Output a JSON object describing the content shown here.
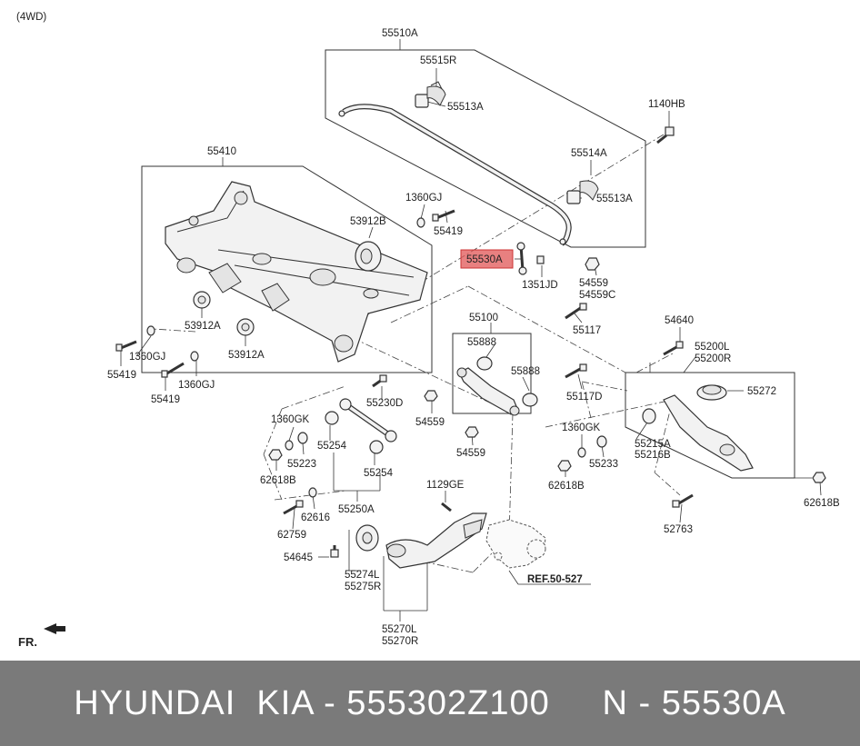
{
  "header": {
    "variant": "(4WD)"
  },
  "highlight": {
    "part": "55530A",
    "color": "#e05555"
  },
  "labels": {
    "l55510A": "55510A",
    "l55515R": "55515R",
    "l55513A_a": "55513A",
    "l1140HB": "1140HB",
    "l55514A": "55514A",
    "l55513A_b": "55513A",
    "l55410": "55410",
    "l1360GJ_a": "1360GJ",
    "l53912B": "53912B",
    "l55419_a": "55419",
    "l55530A": "55530A",
    "l1351JD": "1351JD",
    "l54559_a": "54559",
    "l54559C": "54559C",
    "l53912A_a": "53912A",
    "l53912A_b": "53912A",
    "l1360GJ_b": "1360GJ",
    "l55419_b": "55419",
    "l55419_c": "55419",
    "l1360GJ_c": "1360GJ",
    "l55100": "55100",
    "l55888_a": "55888",
    "l55888_b": "55888",
    "l55117": "55117",
    "l55117D": "55117D",
    "l54640": "54640",
    "l55200L": "55200L",
    "l55200R": "55200R",
    "l55272": "55272",
    "l55230D": "55230D",
    "l1360GK_a": "1360GK",
    "l55223": "55223",
    "l55254_a": "55254",
    "l55254_b": "55254",
    "l62618B_a": "62618B",
    "l54559_b": "54559",
    "l54559_c": "54559",
    "l1360GK_b": "1360GK",
    "l55233": "55233",
    "l55215A": "55215A",
    "l55216B": "55216B",
    "l62618B_b": "62618B",
    "l62618B_c": "62618B",
    "l55250A": "55250A",
    "l62616": "62616",
    "l62759": "62759",
    "l1129GE": "1129GE",
    "l52763": "52763",
    "l54645": "54645",
    "l55274L": "55274L",
    "l55275R": "55275R",
    "lREF": "REF.50-527",
    "l55270L": "55270L",
    "l55270R": "55270R",
    "lFR": "FR."
  },
  "footer": {
    "text": "HYUNDAI  KIA - 555302Z100     N - 55530A",
    "background": "#7a7a7a"
  }
}
